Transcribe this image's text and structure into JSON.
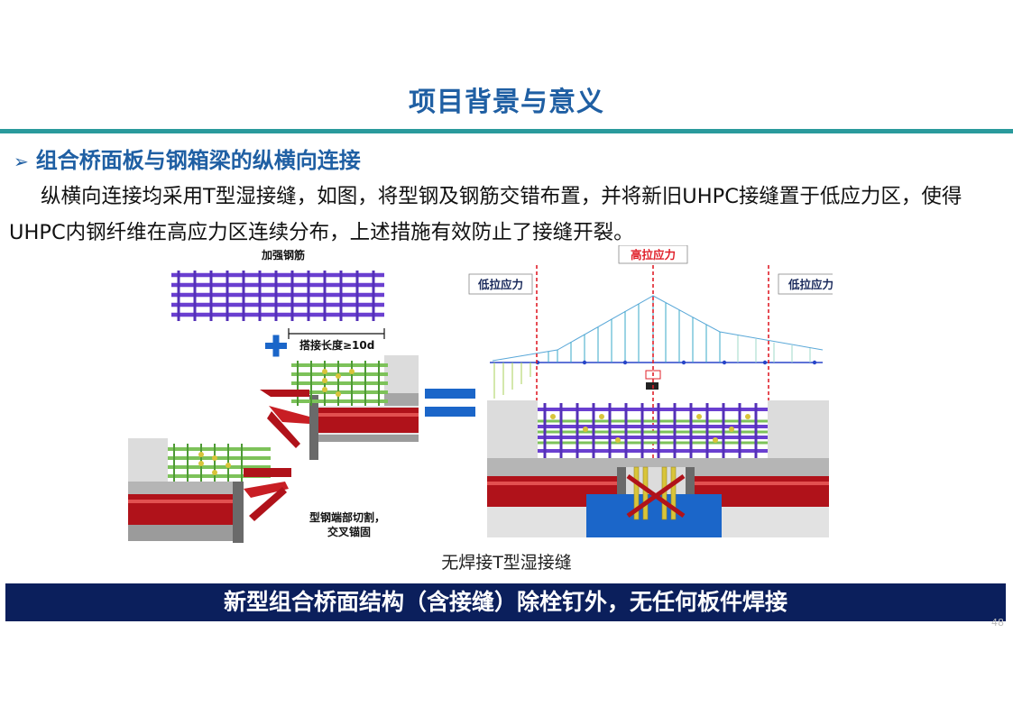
{
  "slide": {
    "title": "项目背景与意义",
    "section_heading": "组合桥面板与钢箱梁的纵横向连接",
    "bullet_glyph": "➢",
    "body": "纵横向连接均采用T型湿接缝，如图，将型钢及钢筋交错布置，并将新旧UHPC接缝置于低应力区，使得UHPC内钢纤维在高应力区连续分布，上述措施有效防止了接缝开裂。",
    "caption": "无焊接T型湿接缝",
    "banner": "新型组合桥面结构（含接缝）除栓钉外，无任何板件焊接",
    "page_number": "48"
  },
  "figure": {
    "label_rebar": "加强钢筋",
    "label_lap": "搭接长度≥10d",
    "label_steel_end": "型钢端部切割，",
    "label_cross_anchor": "交叉锚固",
    "label_high_stress": "高拉应力",
    "label_low_stress_left": "低拉应力",
    "label_low_stress_right": "低拉应力",
    "colors": {
      "rebar_purple": "#6a3fd0",
      "rebar_green": "#7dc25a",
      "steel_red": "#b0121a",
      "anchor_yellow": "#d8c43a",
      "pad_blue": "#1b66c9",
      "title_blue": "#1f5fa3",
      "banner_navy": "#0b1f5c",
      "rule_teal": "#2a9a9c",
      "dash_red": "#e0202a"
    }
  }
}
